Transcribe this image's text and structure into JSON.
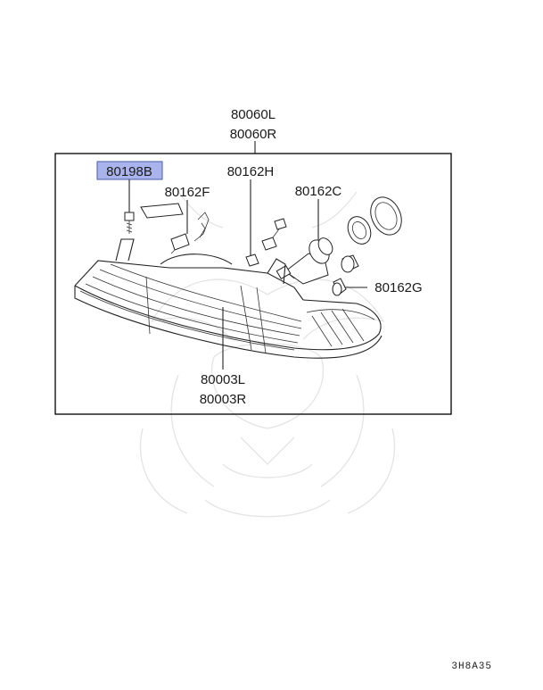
{
  "assembly": {
    "labels": [
      "80060L",
      "80060R"
    ],
    "lens_labels": [
      "80003L",
      "80003R"
    ]
  },
  "parts": {
    "p80198B": {
      "code": "80198B",
      "highlighted": true,
      "highlight_color": "#aab4ec"
    },
    "p80162F": {
      "code": "80162F"
    },
    "p80162H": {
      "code": "80162H"
    },
    "p80162C": {
      "code": "80162C"
    },
    "p80162G": {
      "code": "80162G"
    }
  },
  "footer": {
    "code": "3H8A35"
  }
}
